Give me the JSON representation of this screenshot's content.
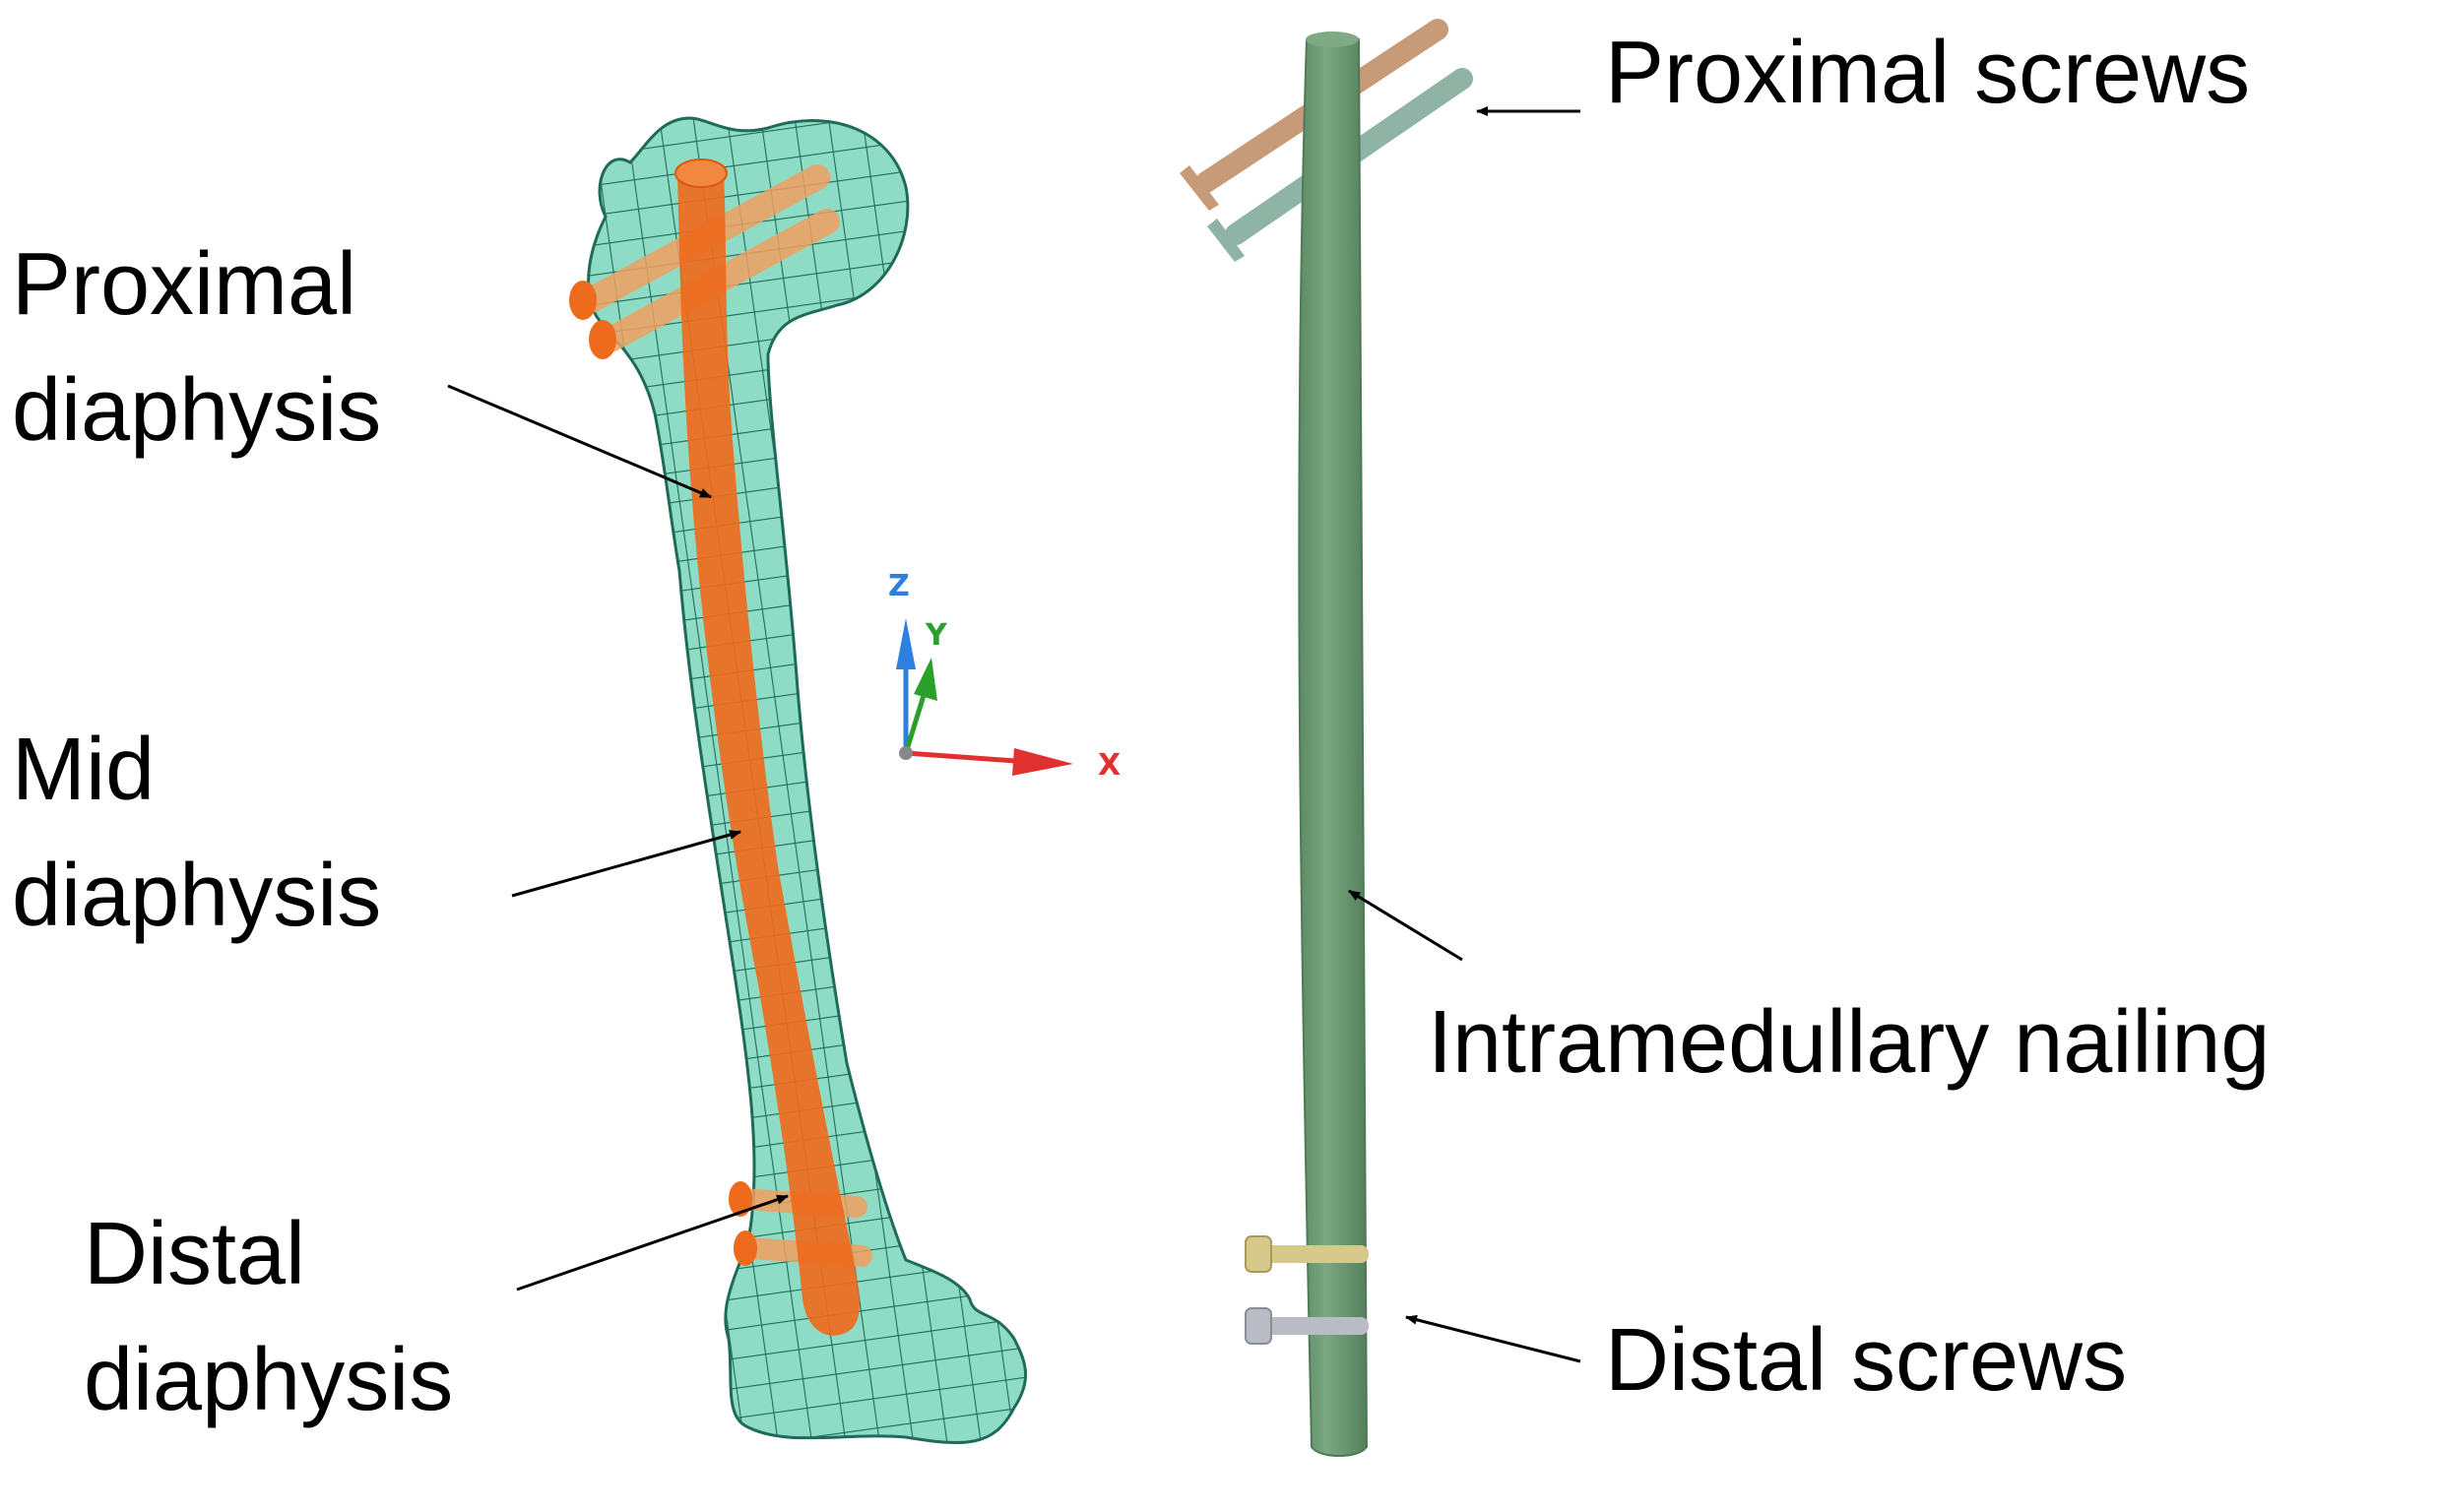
{
  "labels": {
    "proximal_diaphysis": [
      "Proximal",
      "diaphysis"
    ],
    "mid_diaphysis": [
      "Mid",
      "diaphysis"
    ],
    "distal_diaphysis": [
      "Distal",
      "diaphysis"
    ],
    "proximal_screws": "Proximal screws",
    "intramedullary_nailing": "Intramedullary nailing",
    "distal_screws": "Distal screws"
  },
  "axes": {
    "z": "Z",
    "y": "Y",
    "x": "X"
  },
  "colors": {
    "bone_fill": "#8fdcc6",
    "bone_mesh": "#1f6b58",
    "nail_in_bone": "#ee6a1c",
    "screw_in_bone": "#f0a060",
    "nail_rod": "#6e9a74",
    "proximal_screw_1": "#c79a78",
    "proximal_screw_2": "#8fb3a4",
    "distal_screw_1": "#d6c98a",
    "distal_screw_2": "#b9bcc4",
    "axis_z": "#2f7fe0",
    "axis_y": "#2aa02a",
    "axis_x": "#e03030"
  }
}
